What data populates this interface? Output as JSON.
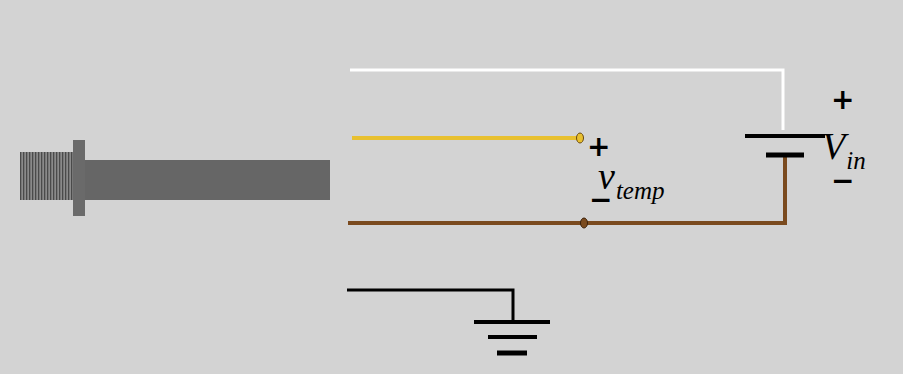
{
  "diagram": {
    "labels": [
      "+",
      "v",
      "temp",
      "−",
      "+",
      "V",
      "in",
      "−"
    ]
  }
}
